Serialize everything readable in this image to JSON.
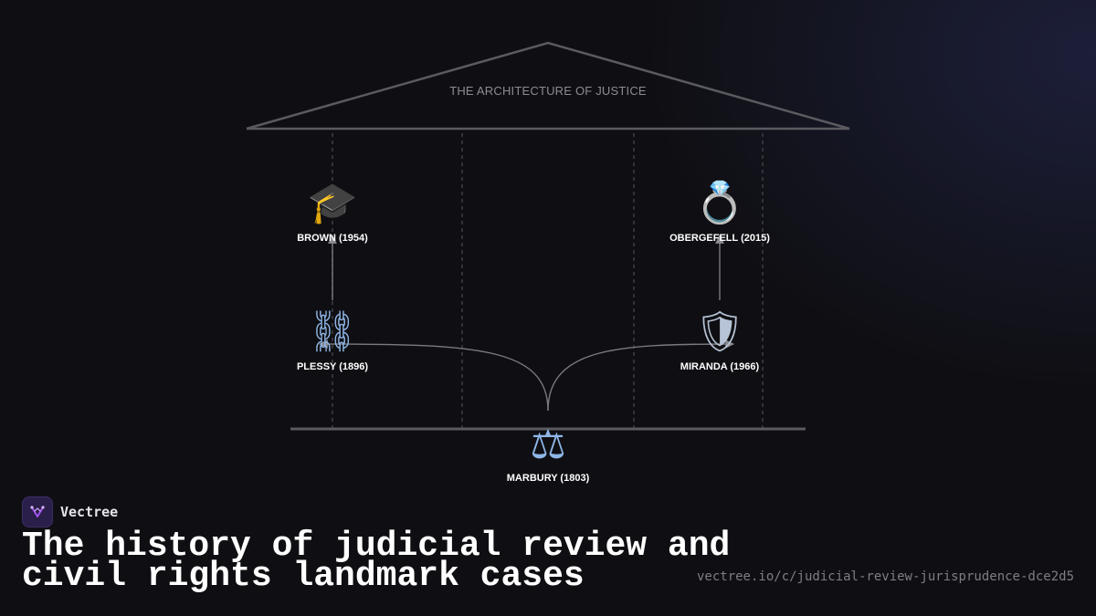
{
  "diagram": {
    "title": "THE ARCHITECTURE OF JUSTICE",
    "nodes": [
      {
        "id": "brown",
        "label": "BROWN (1954)",
        "icon": "🎓",
        "icon_name": "graduation-cap-icon"
      },
      {
        "id": "obergefell",
        "label": "OBERGEFELL (2015)",
        "icon": "💍",
        "icon_name": "ring-icon"
      },
      {
        "id": "plessy",
        "label": "PLESSY (1896)",
        "icon": "⛓",
        "icon_name": "chains-icon"
      },
      {
        "id": "miranda",
        "label": "MIRANDA (1966)",
        "icon": "🛡",
        "icon_name": "shield-icon"
      },
      {
        "id": "marbury",
        "label": "MARBURY (1803)",
        "icon": "⚖",
        "icon_name": "scales-icon"
      }
    ],
    "edges": [
      {
        "from": "marbury",
        "to": "plessy"
      },
      {
        "from": "marbury",
        "to": "miranda"
      },
      {
        "from": "plessy",
        "to": "brown"
      },
      {
        "from": "miranda",
        "to": "obergefell"
      }
    ]
  },
  "branding": {
    "name": "Vectree",
    "headline": "The history of judicial review and civil rights landmark cases",
    "url": "vectree.io/c/judicial-review-jurisprudence-dce2d5"
  },
  "colors": {
    "background": "#0f0f13",
    "structure": "#5a5a60",
    "edge": "#7a7a80",
    "text": "#ffffff",
    "muted": "#8b8b94",
    "brand_accent": "#a855f7"
  }
}
